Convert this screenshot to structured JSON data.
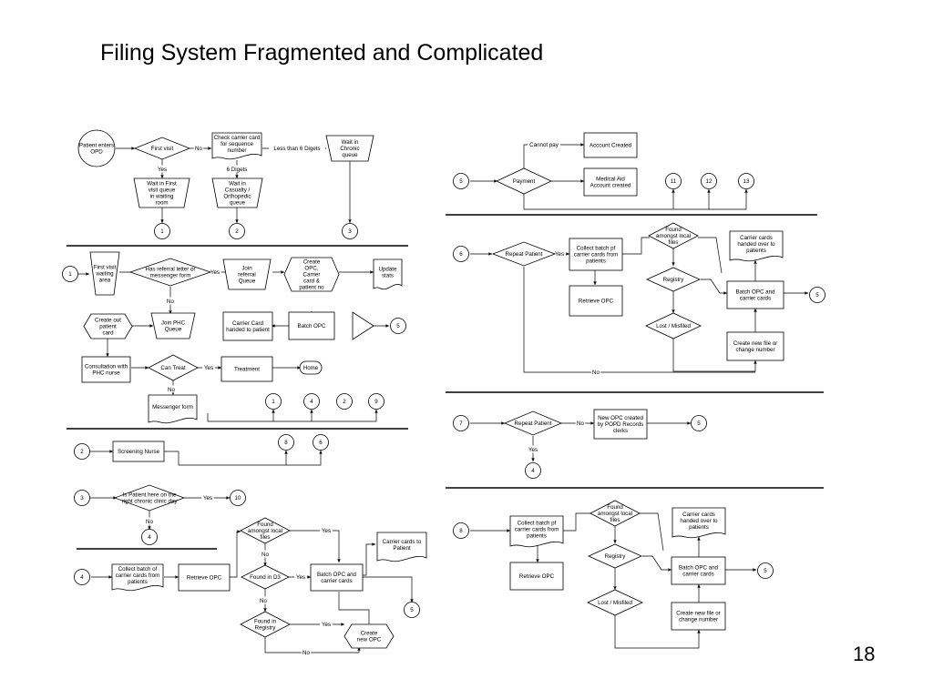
{
  "title": "Filing System Fragmented and Complicated",
  "page_number": "18",
  "nodes": {
    "patient_enters_opd": "Patient enters|OPD",
    "first_visit": "First visit",
    "no_a": "No",
    "check_carrier_card": "Check carrier card|for sequence|number",
    "less_than_6": "Less than 6 Digets",
    "wait_chronic": "Wait in|Chronic|queue",
    "yes_a": "Yes",
    "six_digits": "6 Digets",
    "wait_first_visit": "Wait in First|visit queue|in waiting|room",
    "wait_casualty": "Wait in|Casualty /|Orthopedic|queue",
    "c1_top": "1",
    "c2_top": "2",
    "c3_top": "3",
    "s1_start": "1",
    "first_visit_waiting": "First visit|waiting|area",
    "has_referral": "Has referral letter or|messenger form",
    "yes_b": "Yes",
    "join_referral": "Join|referral|Queue",
    "create_opc_carrier": "Create|OPC,|Carrier|card &|patient no",
    "update_stats": "Update|stats",
    "no_b": "No",
    "create_out_patient": "Create out|patient|card",
    "join_phc": "Join PHC|Queue",
    "carrier_handed": "Carrier Card|handed to patient",
    "batch_opc_s1": "Batch OPC",
    "c5_s1": "5",
    "consultation": "Consultation with|PHC nurse",
    "can_treat": "Can Treat",
    "yes_c": "Yes",
    "treatment": "Treatment",
    "home": "Home",
    "no_c": "No",
    "messenger_form": "Messenger form",
    "c1_s1": "1",
    "c4_s1": "4",
    "c2_s1": "2",
    "c9_s1": "9",
    "s2_start": "2",
    "screening_nurse": "Screening Nurse",
    "c8_s2": "8",
    "c6_s2": "6",
    "s3_start": "3",
    "chronic_day": "Is Patient here on the|right chronic clinic day",
    "yes_d": "Yes",
    "c10_s3": "10",
    "no_d": "No",
    "c4_s3": "4",
    "s4_start": "4",
    "collect_batch_s4": "Collect batch of|carrier cards from|patients",
    "retrieve_opc_s4": "Retrieve OPC",
    "found_local_s4": "Found|amongst local|files",
    "yes_e": "Yes",
    "carrier_to_patient": "Carrier cards to|Patient",
    "no_e": "No",
    "found_d3": "Found in D3",
    "yes_f": "Yes",
    "batch_opc_carrier_s4": "Batch OPC and|carrier cards",
    "no_f": "No",
    "c5_s4": "5",
    "found_registry_s4": "Found in|Registry",
    "yes_g": "Yes",
    "create_new_opc": "Create|new OPC",
    "no_g": "No",
    "s5_start": "5",
    "cannot_pay": "Cannot pay",
    "account_created": "Account Created",
    "payment": "Payment",
    "medical_aid": "Medical Aid|Account created",
    "c11": "11",
    "c12": "12",
    "c13": "13",
    "s6_start": "6",
    "repeat_patient_s6": "Repeat Patient",
    "yes_h": "Yes",
    "collect_batch_s6": "Collect batch pf|carrier cards from|patients",
    "found_local_s6": "Found|amongst local|files",
    "carrier_handed_s6": "Carrier cards|handed over to|patients",
    "registry_s6": "Registry",
    "retrieve_opc_s6": "Retrieve OPC",
    "batch_opc_carrier_s6": "Batch OPC and|carrier cards",
    "c5_s6": "5",
    "lost_misfiled_s6": "Lost / Misfiled",
    "create_new_file_s6": "Create new file or|change number",
    "no_h": "No",
    "s7_start": "7",
    "repeat_patient_s7": "Repeat Patient",
    "no_i": "No",
    "new_opc_popd": "New OPC created|by POPD Records|clerks",
    "c5_s7": "5",
    "yes_i": "Yes",
    "c4_s7": "4",
    "s8_start": "8",
    "collect_batch_s8": "Collect batch pf|carrier cards from|patients",
    "found_local_s8": "Found|amongst local|files",
    "carrier_handed_s8": "Carrier cards|handed over to|patients",
    "registry_s8": "Registry",
    "retrieve_opc_s8": "Retrieve OPC",
    "batch_opc_carrier_s8": "Batch OPC and|carrier cards",
    "c5_s8": "5",
    "lost_misfiled_s8": "Lost / Misfiled",
    "create_new_file_s8": "Create new file or|change number"
  }
}
